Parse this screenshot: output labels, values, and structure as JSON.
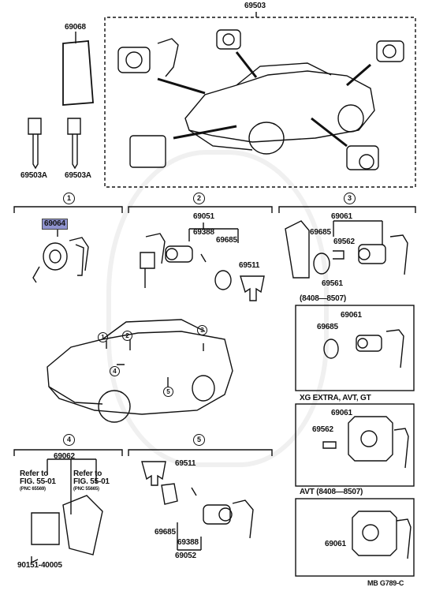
{
  "top": {
    "assembly_label": "69503",
    "cover_label": "69068",
    "key_labels": [
      "69503A",
      "69503A"
    ]
  },
  "sections": [
    {
      "num": "1",
      "parts": [
        "69064"
      ]
    },
    {
      "num": "2",
      "parts": [
        "69051",
        "69388",
        "69685",
        "69511"
      ]
    },
    {
      "num": "3",
      "parts": [
        "69061",
        "69685",
        "69562",
        "69561"
      ]
    },
    {
      "num": "4",
      "parts": [
        "69062",
        "90151-40005"
      ],
      "refs": [
        {
          "text": "Refer to",
          "fig": "FIG. 55-01",
          "pnc": "(PNC 65569)"
        },
        {
          "text": "Refer to",
          "fig": "FIG. 55-01",
          "pnc": "(PNC 55665)"
        }
      ]
    },
    {
      "num": "5",
      "parts": [
        "69511",
        "69685",
        "69388",
        "69052"
      ]
    }
  ],
  "car_markers": [
    "1",
    "2",
    "3",
    "4",
    "5"
  ],
  "variants": [
    {
      "label": "(8408—8507)",
      "parts": [
        "69061",
        "69685"
      ]
    },
    {
      "label": "XG  EXTRA, AVT, GT",
      "parts": [
        "69061",
        "69562"
      ]
    },
    {
      "label": "AVT  (8408—8507)",
      "parts": [
        "69061"
      ]
    }
  ],
  "footer_code": "MB  G789-C",
  "colors": {
    "highlight": "#8f93cf",
    "line": "#111111"
  }
}
